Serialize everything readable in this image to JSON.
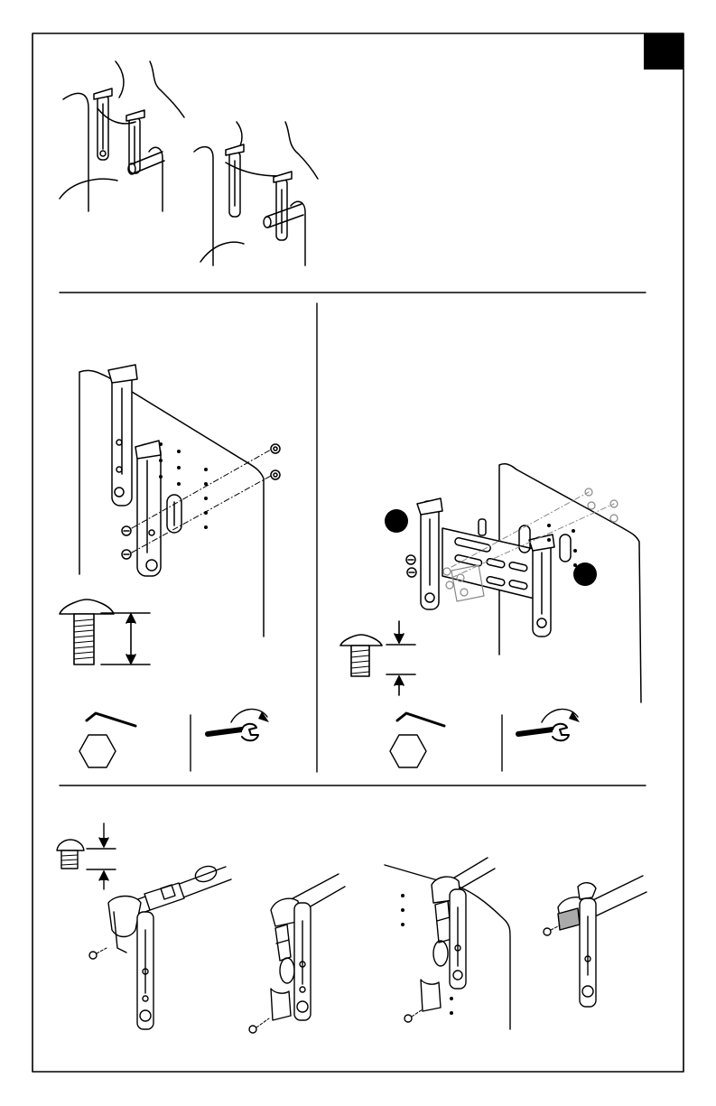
{
  "page": {
    "background": "#ffffff",
    "ink": "#000000",
    "corner_tab_color": "#000000"
  },
  "sections": [
    {
      "id": "top",
      "figures": [
        "strap-over-left-post",
        "strap-over-right-post"
      ]
    },
    {
      "id": "middle-left",
      "figures": [
        "bracket-mount",
        "bolt-length-callout",
        "hex-key-icon",
        "hex-icon",
        "wrench-clockwise-icon"
      ]
    },
    {
      "id": "middle-right",
      "figures": [
        "dual-bracket-mount",
        "bolt-length-callout",
        "hex-key-icon",
        "hex-icon",
        "wrench-clockwise-icon"
      ]
    },
    {
      "id": "bottom",
      "figures": [
        "bolt-length-callout",
        "buckle-step-1",
        "buckle-step-2",
        "buckle-step-3",
        "buckle-step-4"
      ]
    }
  ]
}
